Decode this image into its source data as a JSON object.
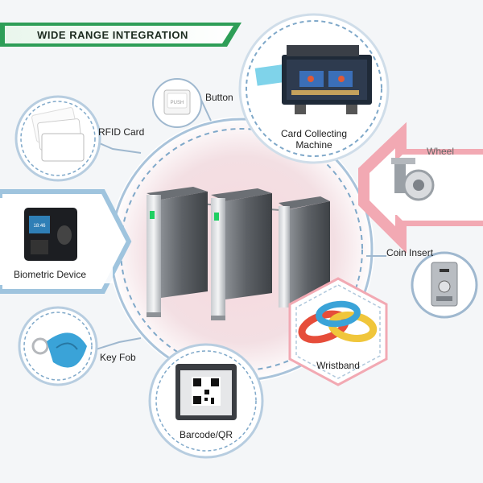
{
  "banner": {
    "title": "WIDE RANGE INTEGRATION"
  },
  "labels": {
    "button": "Button",
    "rfid_card": "RFID Card",
    "card_collecting_line1": "Card Collecting",
    "card_collecting_line2": "Machine",
    "wheel": "Wheel",
    "biometric": "Biometric Device",
    "coin_insert": "Coin Insert",
    "wristband": "Wristband",
    "key_fob": "Key Fob",
    "barcode": "Barcode/QR"
  },
  "device_text": {
    "biometric_screen": "18:46",
    "button_face": "PUSH"
  },
  "colors": {
    "banner_green": "#2e9e57",
    "ring_blue": "#7fa8c9",
    "ring_dark": "#3d6f98",
    "pink_glow": "#f6d6db",
    "arrow_pink": "#f2a9b3",
    "wristband_yellow": "#f0c63b",
    "wristband_red": "#e64d3a",
    "keyfob_blue": "#3aa3d8"
  }
}
